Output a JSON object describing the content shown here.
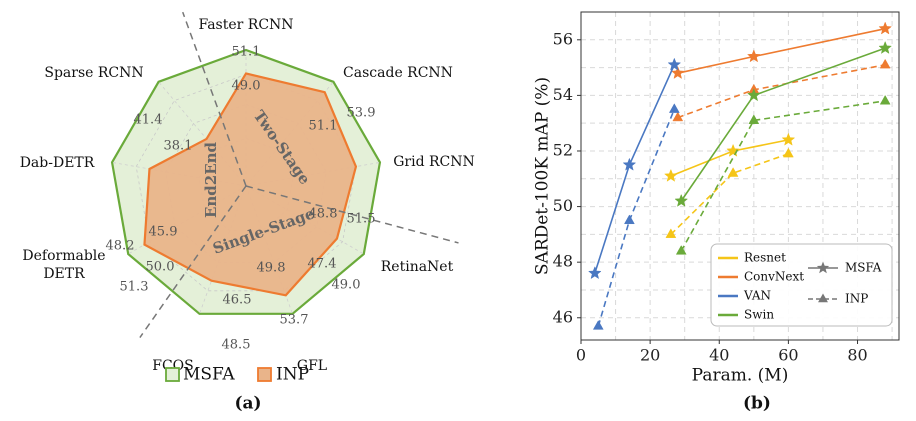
{
  "chart_data": [
    {
      "type": "radar",
      "caption": "(a)",
      "axes": [
        "Faster RCNN",
        "Cascade RCNN",
        "Grid RCNN",
        "RetinaNet",
        "GFL",
        "FCOS",
        "Deformable DETR",
        "Dab-DETR",
        "Sparse RCNN"
      ],
      "zones": [
        "Two-Stage",
        "Single-Stage",
        "End2End"
      ],
      "series": [
        {
          "name": "MSFA",
          "values": [
            51.1,
            53.9,
            51.5,
            49.0,
            53.7,
            48.5,
            51.3,
            48.2,
            41.4
          ],
          "color": "#6aaa3a",
          "fill": "#e4f0d8"
        },
        {
          "name": "INP",
          "values": [
            49.0,
            51.1,
            48.8,
            47.4,
            49.8,
            46.5,
            50.0,
            45.9,
            38.1
          ],
          "color": "#ee7b30",
          "fill": "#e9b48a"
        }
      ]
    },
    {
      "type": "line",
      "caption": "(b)",
      "xlabel": "Param. (M)",
      "ylabel": "SARDet-100K mAP (%)",
      "xlim": [
        0,
        92
      ],
      "ylim": [
        45.2,
        57
      ],
      "xticks": [
        0,
        20,
        40,
        60,
        80
      ],
      "yticks": [
        46,
        48,
        50,
        52,
        54,
        56
      ],
      "grid": true,
      "legend_position": "bottom-right",
      "backbones": [
        {
          "name": "Resnet",
          "color": "#f5c518",
          "msfa": [
            [
              26,
              51.1
            ],
            [
              44,
              52.0
            ],
            [
              60,
              52.4
            ]
          ],
          "inp": [
            [
              26,
              49.0
            ],
            [
              44,
              51.2
            ],
            [
              60,
              51.9
            ]
          ]
        },
        {
          "name": "ConvNext",
          "color": "#ee7b30",
          "msfa": [
            [
              28,
              54.8
            ],
            [
              50,
              55.4
            ],
            [
              88,
              56.4
            ]
          ],
          "inp": [
            [
              28,
              53.2
            ],
            [
              50,
              54.2
            ],
            [
              88,
              55.1
            ]
          ]
        },
        {
          "name": "VAN",
          "color": "#4a78c2",
          "msfa": [
            [
              4,
              47.6
            ],
            [
              14,
              51.5
            ],
            [
              27,
              55.1
            ]
          ],
          "inp": [
            [
              5,
              45.7
            ],
            [
              14,
              49.5
            ],
            [
              27,
              53.5
            ]
          ]
        },
        {
          "name": "Swin",
          "color": "#6aaa3a",
          "msfa": [
            [
              29,
              50.2
            ],
            [
              50,
              54.0
            ],
            [
              88,
              55.7
            ]
          ],
          "inp": [
            [
              29,
              48.4
            ],
            [
              50,
              53.1
            ],
            [
              88,
              53.8
            ]
          ]
        }
      ],
      "style_legend": [
        {
          "name": "MSFA",
          "marker": "star",
          "dash": "solid"
        },
        {
          "name": "INP",
          "marker": "triangle",
          "dash": "dashed"
        }
      ]
    }
  ]
}
